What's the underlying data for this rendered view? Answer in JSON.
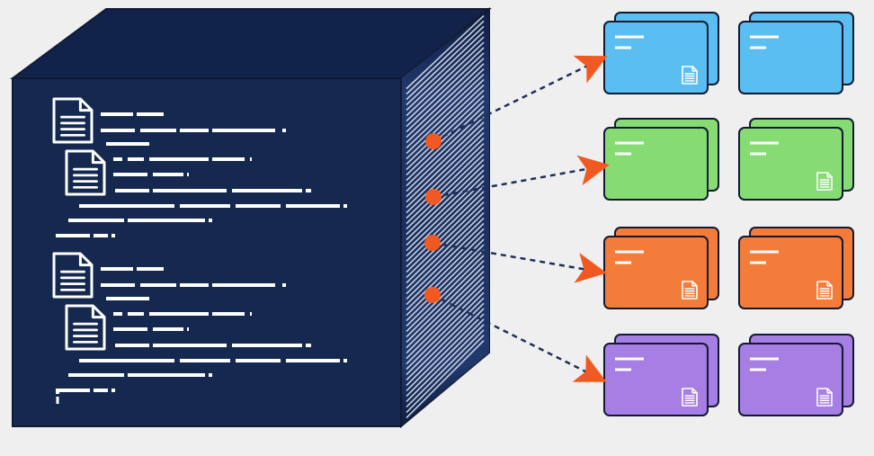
{
  "colors": {
    "background": "#efefef",
    "box_front": "#15284f",
    "box_top": "#11234a",
    "box_side": "#0e1f43",
    "outline": "#121a33",
    "text_lines": "#ffffff",
    "connector_dot": "#f05a22",
    "arrow": "#f05a22",
    "dashed_line": "#1f2f5a"
  },
  "icons": {
    "source_items": "document-icon",
    "card_badge": "document-icon"
  },
  "source_box": {
    "document_groups": 2,
    "documents_per_group": 2
  },
  "connectors": [
    {
      "target_row": 0
    },
    {
      "target_row": 1
    },
    {
      "target_row": 2
    },
    {
      "target_row": 3
    }
  ],
  "card_rows": [
    {
      "color": "#5bbef0",
      "badge_on": "first-column"
    },
    {
      "color": "#86dc73",
      "badge_on": "second-column"
    },
    {
      "color": "#f47c3a",
      "badge_on": "both-columns"
    },
    {
      "color": "#a67ee4",
      "badge_on": "both-columns"
    }
  ],
  "card_columns": 2
}
